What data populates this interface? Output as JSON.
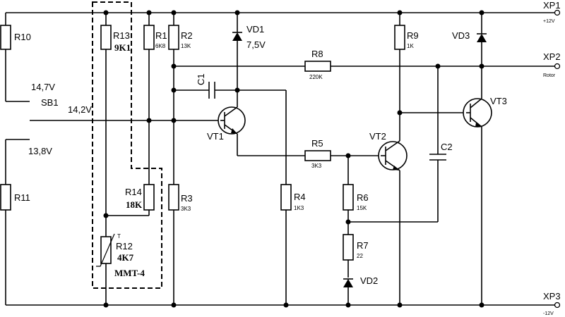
{
  "components": {
    "r10": {
      "label": "R10"
    },
    "r11": {
      "label": "R11"
    },
    "r13": {
      "label": "R13",
      "value": "9K1"
    },
    "r1": {
      "label": "R1",
      "value": "6K8"
    },
    "r2": {
      "label": "R2",
      "value": "13K"
    },
    "r14": {
      "label": "R14",
      "value": "18K"
    },
    "r12": {
      "label": "R12",
      "value": "4K7",
      "type": "MMT-4",
      "t_mark": "T"
    },
    "r3": {
      "label": "R3",
      "value": "3K3"
    },
    "vd1": {
      "label": "VD1",
      "value": "7,5V"
    },
    "c1": {
      "label": "C1"
    },
    "vt1": {
      "label": "VT1"
    },
    "r8": {
      "label": "R8",
      "value": "220K"
    },
    "r4": {
      "label": "R4",
      "value": "1K3"
    },
    "r5": {
      "label": "R5",
      "value": "3K3"
    },
    "r6": {
      "label": "R6",
      "value": "15K"
    },
    "r7": {
      "label": "R7",
      "value": "22"
    },
    "vd2": {
      "label": "VD2"
    },
    "vt2": {
      "label": "VT2"
    },
    "r9": {
      "label": "R9",
      "value": "1K"
    },
    "vd3": {
      "label": "VD3"
    },
    "c2": {
      "label": "C2"
    },
    "vt3": {
      "label": "VT3"
    }
  },
  "switch": {
    "label": "SB1",
    "pos_top": "14,7V",
    "pos_mid": "14,2V",
    "pos_bottom": "13,8V"
  },
  "connectors": {
    "xp1": {
      "label": "XP1",
      "sub": "+12V"
    },
    "xp2": {
      "label": "XP2",
      "sub": "Rotor"
    },
    "xp3": {
      "label": "XP3",
      "sub": "-12V"
    }
  }
}
